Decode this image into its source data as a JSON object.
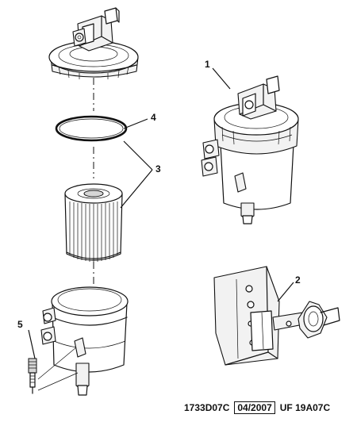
{
  "callouts": {
    "c1": "1",
    "c2": "2",
    "c3": "3",
    "c4": "4",
    "c5": "5"
  },
  "footer": {
    "reference": "1733D07C",
    "date": "04/2007",
    "code": "UF 19A07C"
  }
}
